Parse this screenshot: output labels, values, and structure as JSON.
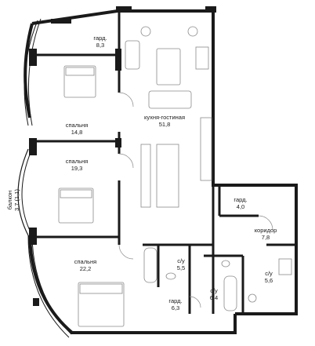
{
  "rooms": {
    "garderobe_top": {
      "name": "гард.",
      "area": "8,3"
    },
    "kitchen_living": {
      "name": "кухня-гостиная",
      "area": "51,8"
    },
    "bedroom_1": {
      "name": "спальня",
      "area": "14,8"
    },
    "bedroom_2": {
      "name": "спальня",
      "area": "19,3"
    },
    "balcony": {
      "name": "балкон",
      "area": "3,7 (1,1)"
    },
    "garderobe_mid": {
      "name": "гард.",
      "area": "4,0"
    },
    "corridor": {
      "name": "коридор",
      "area": "7,8"
    },
    "bedroom_3": {
      "name": "спальня",
      "area": "22,2"
    },
    "bathroom_1": {
      "name": "с/у",
      "area": "5,5"
    },
    "bathroom_2": {
      "name": "с/у",
      "area": "6,4"
    },
    "bathroom_3": {
      "name": "с/у",
      "area": "5,6"
    },
    "garderobe_bottom": {
      "name": "гард.",
      "area": "6,3"
    }
  },
  "colors": {
    "wall": "#1a1a1a",
    "fixture": "#8a8a8a",
    "background": "#ffffff"
  }
}
